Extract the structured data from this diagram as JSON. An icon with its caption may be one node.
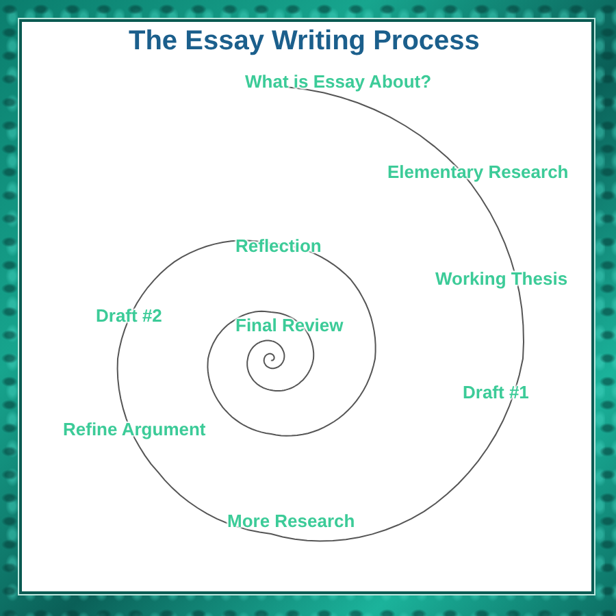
{
  "diagram": {
    "title": "The Essay Writing Process",
    "labels": [
      "What is Essay About?",
      "Elementary Research",
      "Working Thesis",
      "Draft #1",
      "More Research",
      "Refine Argument",
      "Draft #2",
      "Reflection",
      "Final Review"
    ]
  }
}
